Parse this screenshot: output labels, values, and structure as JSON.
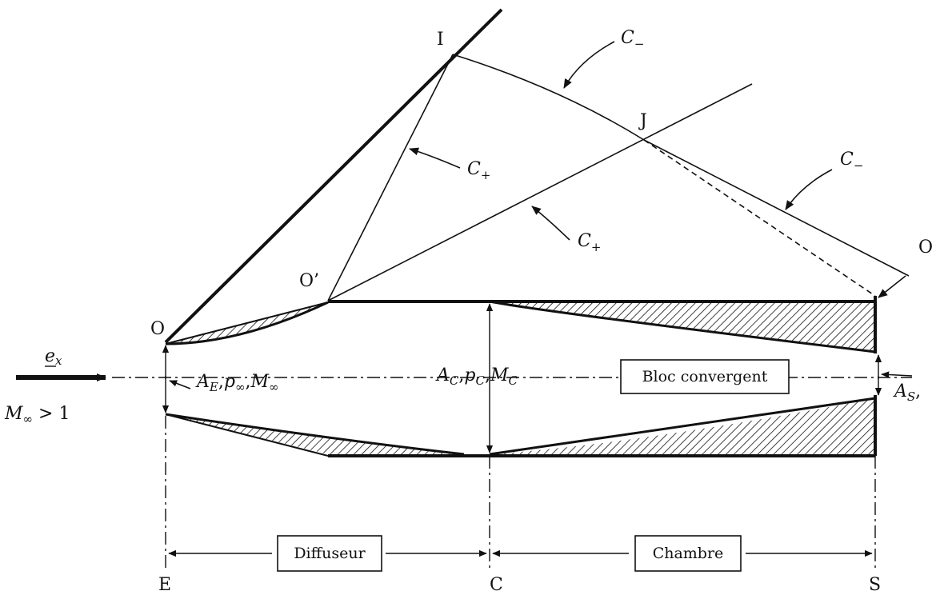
{
  "points": {
    "O": "O",
    "O_prime": "O’",
    "I": "I",
    "J": "J",
    "O_right": "O",
    "E": "E",
    "C": "C",
    "S": "S"
  },
  "characteristics": {
    "c_minus_top": {
      "base": "C",
      "sub": "−"
    },
    "c_plus_left": {
      "base": "C",
      "sub": "+"
    },
    "c_plus_mid": {
      "base": "C",
      "sub": "+"
    },
    "c_minus_right": {
      "base": "C",
      "sub": "−"
    }
  },
  "inlet": {
    "ex": "e",
    "ex_sub": "x",
    "mach_cond": {
      "base": "M",
      "sub": "∞",
      "rest": " > 1"
    }
  },
  "sections": {
    "entrance": {
      "A": "A",
      "A_sub": "E",
      "p": "p",
      "p_sub": "∞",
      "M": "M",
      "M_sub": "∞"
    },
    "chamber": {
      "A": "A",
      "A_sub": "C",
      "p": "p",
      "p_sub": "C",
      "M": "M",
      "M_sub": "C"
    },
    "exit": {
      "A": "A",
      "A_sub": "S",
      "trail": ","
    }
  },
  "boxes": {
    "bloc": "Bloc convergent",
    "diffuseur": "Diffuseur",
    "chambre": "Chambre"
  },
  "colors": {
    "ink": "#111111",
    "background": "#ffffff"
  }
}
